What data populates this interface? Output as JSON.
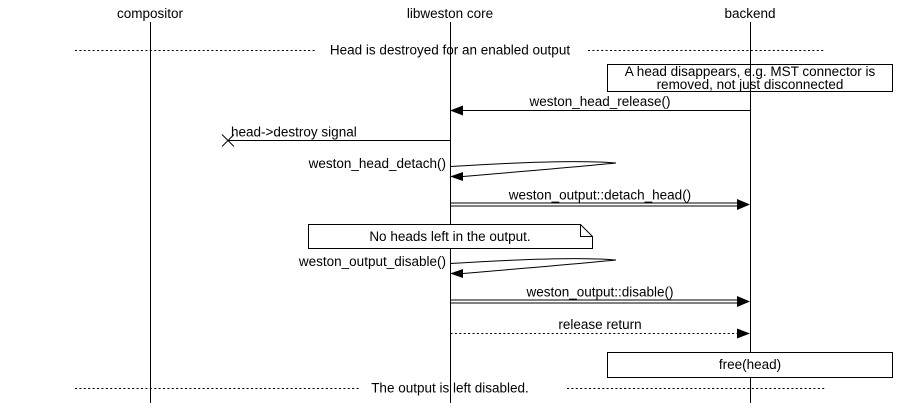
{
  "diagram": {
    "kind": "sequence-diagram",
    "colors": {
      "line": "#000000",
      "background": "#ffffff"
    },
    "actors": [
      {
        "label": "compositor"
      },
      {
        "label": "libweston core"
      },
      {
        "label": "backend"
      }
    ],
    "dividers": [
      {
        "label": "Head is destroyed for an enabled output"
      },
      {
        "label": "The output is left disabled."
      }
    ],
    "boxes": [
      {
        "shape": "box",
        "lifeline": "backend",
        "line1": "A head disappears, e.g. MST connector is",
        "line2": "removed, not just disconnected"
      },
      {
        "shape": "note",
        "lifeline": "libweston core",
        "line1": "No heads left in the output."
      },
      {
        "shape": "box",
        "lifeline": "backend",
        "line1": "free(head)"
      }
    ],
    "messages": [
      {
        "label": "weston_head_release()",
        "from": "backend",
        "to": "libweston core",
        "style": "solid-filled-arrow"
      },
      {
        "label": "head->destroy signal",
        "from": "libweston core",
        "to": "lost",
        "style": "lost-message-x"
      },
      {
        "label": "weston_head_detach()",
        "from": "libweston core",
        "to": "libweston core",
        "style": "self-call"
      },
      {
        "label": "weston_output::detach_head()",
        "from": "libweston core",
        "to": "backend",
        "style": "double-line-arrow"
      },
      {
        "label": "weston_output_disable()",
        "from": "libweston core",
        "to": "libweston core",
        "style": "self-call"
      },
      {
        "label": "weston_output::disable()",
        "from": "libweston core",
        "to": "backend",
        "style": "double-line-arrow"
      },
      {
        "label": "release return",
        "from": "libweston core",
        "to": "backend",
        "style": "dotted-arrow"
      }
    ]
  }
}
